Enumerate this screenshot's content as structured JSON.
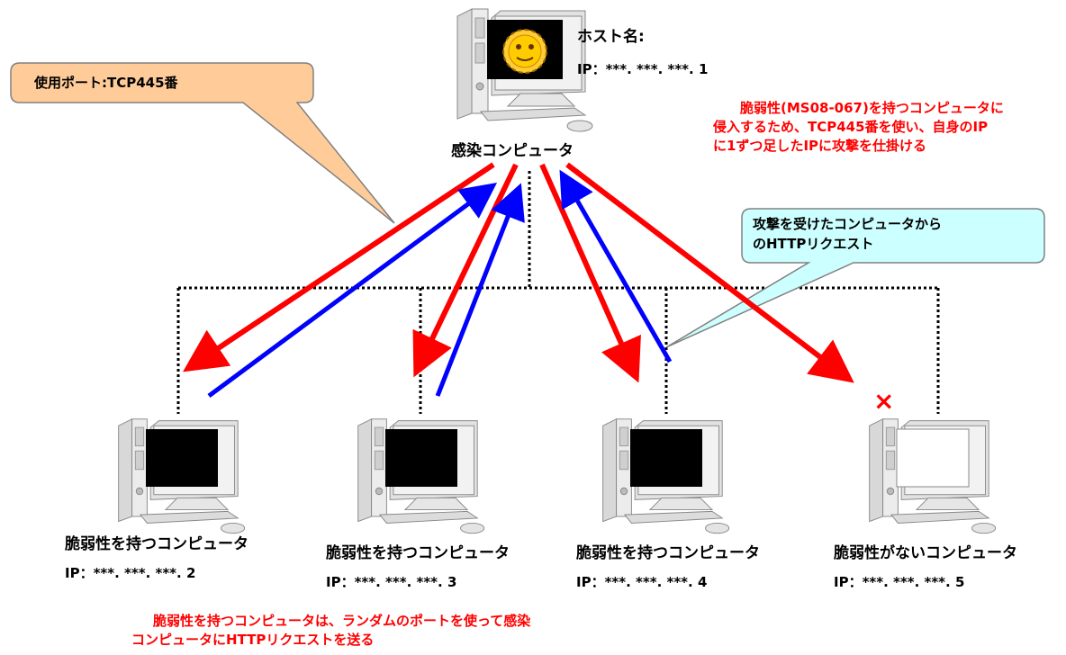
{
  "top_computer": {
    "hostname_label": "ホスト名:",
    "ip_label": "IP：",
    "ip_value": "***. ***. ***. 1",
    "caption": "感染コンピュータ"
  },
  "callout_port": {
    "text": "使用ポート:TCP445番"
  },
  "callout_http": {
    "lines": [
      "攻撃を受けたコンピュータから",
      "のHTTPリクエスト"
    ]
  },
  "note_attack": {
    "lines": [
      "脆弱性(MS08-067)を持つコンピュータに",
      "侵入するため、TCP445番を使い、自身のIP",
      "に1ずつ足したIPに攻撃を仕掛ける"
    ]
  },
  "note_bottom": {
    "lines": [
      "脆弱性を持つコンピュータは、ランダムのポートを使って感染",
      "コンピュータにHTTPリクエストを送る"
    ]
  },
  "computers": [
    {
      "caption": "脆弱性を持つコンピュータ",
      "ip_label": "IP：",
      "ip_value": "***. ***. ***. 2",
      "vulnerable": true
    },
    {
      "caption": "脆弱性を持つコンピュータ",
      "ip_label": "IP：",
      "ip_value": "***. ***. ***. 3",
      "vulnerable": true
    },
    {
      "caption": "脆弱性を持つコンピュータ",
      "ip_label": "IP：",
      "ip_value": "***. ***. ***. 4",
      "vulnerable": true
    },
    {
      "caption": "脆弱性がないコンピュータ",
      "ip_label": "IP：",
      "ip_value": "***. ***. ***. 5",
      "vulnerable": false
    }
  ],
  "blocked_mark": "×",
  "colors": {
    "attack": "#ff0000",
    "response": "#0000ff",
    "callout_port_fill": "#ffcc99",
    "callout_http_fill": "#ccffff"
  }
}
